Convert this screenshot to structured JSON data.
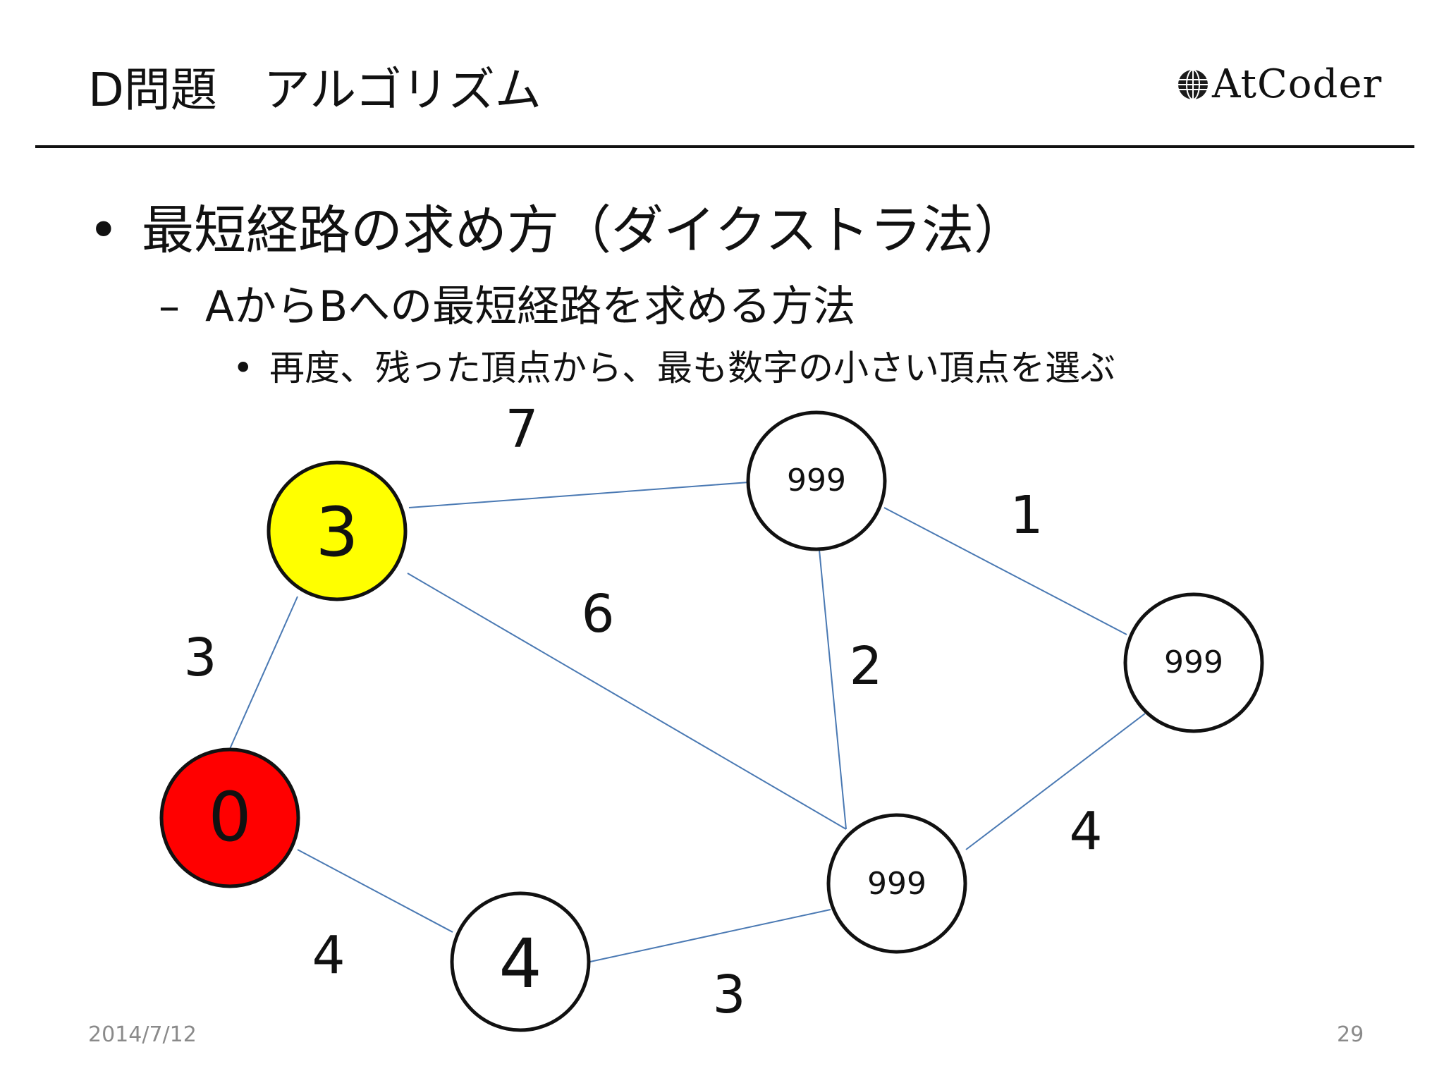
{
  "header": {
    "title": "D問題　アルゴリズム",
    "logo_text": "AtCoder",
    "logo_icon": "globe-icon"
  },
  "content": {
    "bullet_1": "最短経路の求め方（ダイクストラ法）",
    "bullet_2": "AからBへの最短経路を求める方法",
    "bullet_3": "再度、残った頂点から、最も数字の小さい頂点を選ぶ",
    "bullet_markers": {
      "level_1": "•",
      "level_2": "–",
      "level_3": "•"
    }
  },
  "graph": {
    "nodes": [
      {
        "id": "n0",
        "label": "0",
        "fill": "#ff0000"
      },
      {
        "id": "n3",
        "label": "3",
        "fill": "#ffff00"
      },
      {
        "id": "n4",
        "label": "4",
        "fill": "#ffffff"
      },
      {
        "id": "n999top",
        "label": "999",
        "fill": "#ffffff"
      },
      {
        "id": "n999right",
        "label": "999",
        "fill": "#ffffff"
      },
      {
        "id": "n999mid",
        "label": "999",
        "fill": "#ffffff"
      }
    ],
    "edges": [
      {
        "from": "n0",
        "to": "n3",
        "weight": "3"
      },
      {
        "from": "n3",
        "to": "n999top",
        "weight": "7"
      },
      {
        "from": "n3",
        "to": "n999mid",
        "weight": "6"
      },
      {
        "from": "n999top",
        "to": "n999right",
        "weight": "1"
      },
      {
        "from": "n999top",
        "to": "n999mid",
        "weight": "2"
      },
      {
        "from": "n999right",
        "to": "n999mid",
        "weight": "4"
      },
      {
        "from": "n0",
        "to": "n4",
        "weight": "4"
      },
      {
        "from": "n4",
        "to": "n999mid",
        "weight": "3"
      }
    ],
    "edge_color": "#4a79b3"
  },
  "footer": {
    "date": "2014/7/12",
    "page_number": "29"
  }
}
